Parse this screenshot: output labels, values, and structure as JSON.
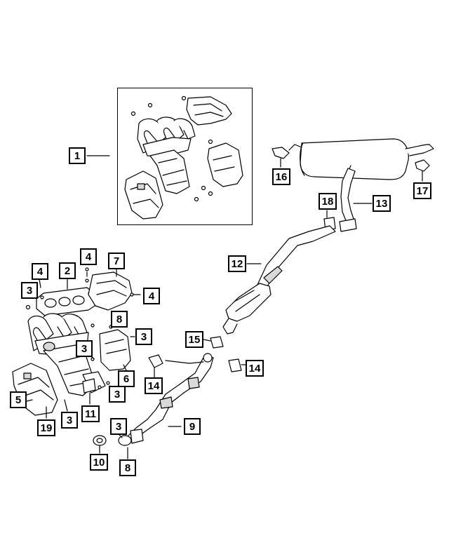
{
  "diagram": {
    "colors": {
      "line": "#000000",
      "fill": "#ffffff",
      "shade": "#d9d9d9"
    },
    "callouts": [
      {
        "id": "c1",
        "label": "1"
      },
      {
        "id": "c16",
        "label": "16"
      },
      {
        "id": "c17",
        "label": "17"
      },
      {
        "id": "c18",
        "label": "18"
      },
      {
        "id": "c13",
        "label": "13"
      },
      {
        "id": "c12",
        "label": "12"
      },
      {
        "id": "c4a",
        "label": "4"
      },
      {
        "id": "c2",
        "label": "2"
      },
      {
        "id": "c4b",
        "label": "4"
      },
      {
        "id": "c7",
        "label": "7"
      },
      {
        "id": "c3a",
        "label": "3"
      },
      {
        "id": "c4c",
        "label": "4"
      },
      {
        "id": "c8a",
        "label": "8"
      },
      {
        "id": "c3b",
        "label": "3"
      },
      {
        "id": "c15",
        "label": "15"
      },
      {
        "id": "c3c",
        "label": "3"
      },
      {
        "id": "c6",
        "label": "6"
      },
      {
        "id": "c14a",
        "label": "14"
      },
      {
        "id": "c14b",
        "label": "14"
      },
      {
        "id": "c3d",
        "label": "3"
      },
      {
        "id": "c5",
        "label": "5"
      },
      {
        "id": "c11",
        "label": "11"
      },
      {
        "id": "c3e",
        "label": "3"
      },
      {
        "id": "c19",
        "label": "19"
      },
      {
        "id": "c3f",
        "label": "3"
      },
      {
        "id": "c9",
        "label": "9"
      },
      {
        "id": "c10",
        "label": "10"
      },
      {
        "id": "c8b",
        "label": "8"
      }
    ]
  }
}
